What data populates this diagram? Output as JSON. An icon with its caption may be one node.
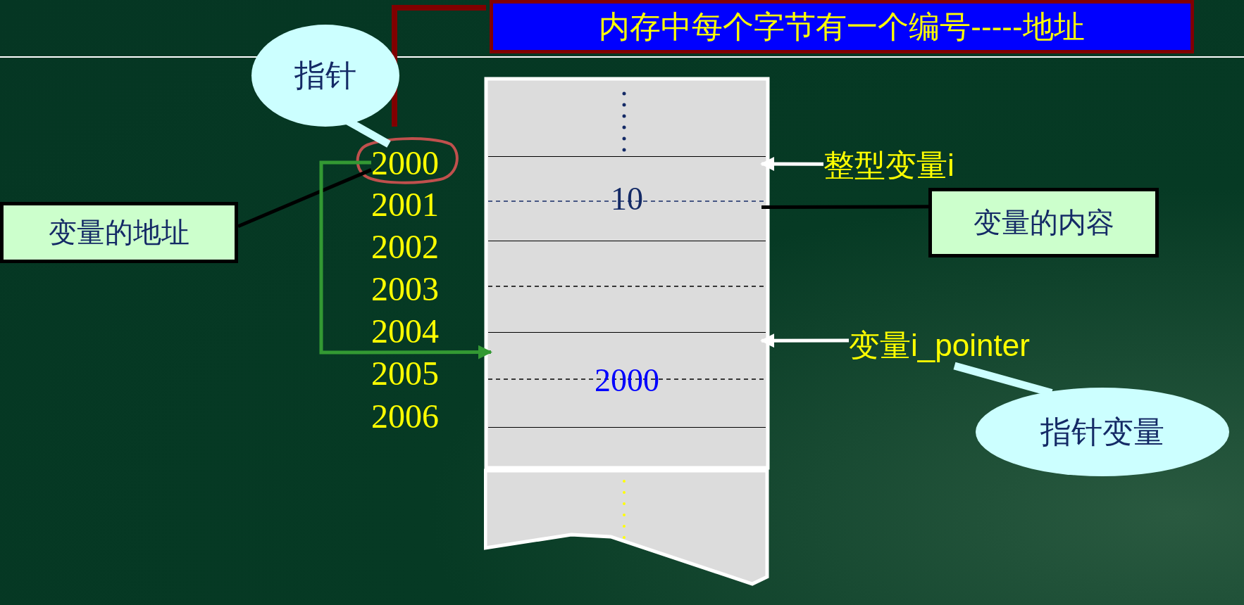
{
  "diagram": {
    "title": "内存中每个字节有一个编号-----地址",
    "nodes": [
      {
        "text": [
          "指针"
        ]
      },
      {
        "text": [
          "2000"
        ]
      },
      {
        "text": [
          "变量的地址"
        ]
      },
      {
        "text": [],
        "shape": "box"
      },
      {
        "text": [
          "10"
        ],
        "in": 3
      },
      {
        "text": [
          "2000"
        ],
        "in": 3
      },
      {
        "text": [
          "整型变量i"
        ]
      },
      {
        "text": [
          "变量的内容"
        ]
      },
      {
        "text": [
          "变量i_pointer"
        ]
      },
      {
        "text": [
          "指针变量"
        ]
      }
    ],
    "edges": [
      {
        "from": 0,
        "to": 1,
        "arrow": "none",
        "color": "#ccffff",
        "style": "thick"
      },
      {
        "from": 2,
        "to": 1,
        "arrow": "none",
        "color": "#000000"
      },
      {
        "from": 1,
        "to": 5,
        "arrow": "to",
        "color": "#339933"
      },
      {
        "from": 6,
        "to": 4,
        "arrow": "to",
        "color": "#ffffff"
      },
      {
        "from": 7,
        "to": 4,
        "arrow": "none",
        "color": "#000000"
      },
      {
        "from": 8,
        "to": 5,
        "arrow": "to",
        "color": "#ffffff"
      },
      {
        "from": 9,
        "to": 8,
        "arrow": "none",
        "color": "#ccffff",
        "style": "thick"
      }
    ],
    "labels": [
      "2001",
      "2002",
      "2003",
      "2004",
      "2005",
      "2006"
    ]
  }
}
